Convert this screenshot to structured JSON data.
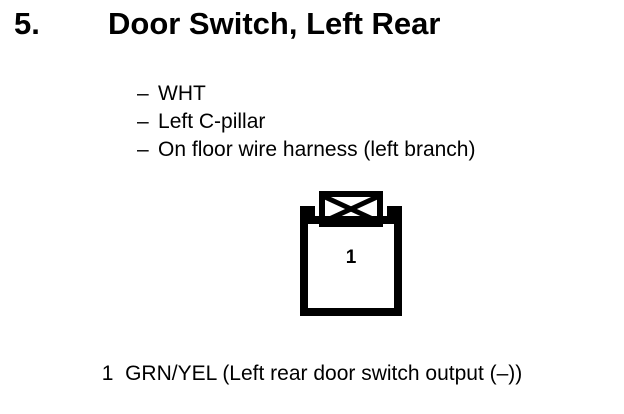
{
  "page": {
    "background_color": "#ffffff",
    "ink_color": "#000000"
  },
  "heading": {
    "number": "5.",
    "title": "Door Switch, Left Rear"
  },
  "bullets": {
    "dash": "–",
    "items": [
      {
        "text": "WHT"
      },
      {
        "text": "Left C-pillar"
      },
      {
        "text": "On floor wire harness (left branch)"
      }
    ]
  },
  "connector": {
    "shape_name": "two-shoulder-connector-with-keyed-tab",
    "tab_marking": "x-cross",
    "pin_label": "1"
  },
  "caption": {
    "text": "1  GRN/YEL (Left rear door switch output (–))"
  }
}
